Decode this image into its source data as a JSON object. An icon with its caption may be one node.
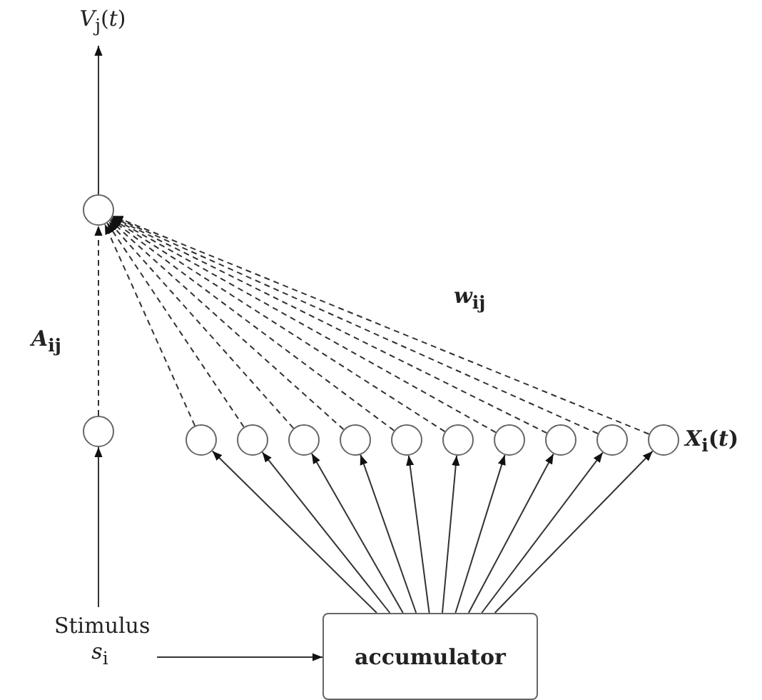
{
  "diagram": {
    "nodes": [
      {
        "text": [
          "*V*$_{j}$(*t*)"
        ]
      },
      {
        "text": [],
        "shape": "circle"
      },
      {
        "text": [],
        "shape": "circle"
      },
      {
        "text": [],
        "shape": "circle"
      },
      {
        "text": [],
        "shape": "circle"
      },
      {
        "text": [],
        "shape": "circle"
      },
      {
        "text": [],
        "shape": "circle"
      },
      {
        "text": [],
        "shape": "circle"
      },
      {
        "text": [],
        "shape": "circle"
      },
      {
        "text": [],
        "shape": "circle"
      },
      {
        "text": [],
        "shape": "circle"
      },
      {
        "text": [],
        "shape": "circle"
      },
      {
        "text": [],
        "shape": "circle"
      },
      {
        "text": [
          "Stimulus",
          "*s*$_{i}$"
        ]
      },
      {
        "text": [
          "accumulator"
        ]
      }
    ],
    "edges": [
      {
        "from": 1,
        "to": 0,
        "arrow": "to"
      },
      {
        "from": 2,
        "to": 1,
        "arrow": "to",
        "style": "dashed"
      },
      {
        "from": 3,
        "to": 1,
        "arrow": "to",
        "style": "dashed"
      },
      {
        "from": 4,
        "to": 1,
        "arrow": "to",
        "style": "dashed"
      },
      {
        "from": 5,
        "to": 1,
        "arrow": "to",
        "style": "dashed"
      },
      {
        "from": 6,
        "to": 1,
        "arrow": "to",
        "style": "dashed"
      },
      {
        "from": 7,
        "to": 1,
        "arrow": "to",
        "style": "dashed"
      },
      {
        "from": 8,
        "to": 1,
        "arrow": "to",
        "style": "dashed"
      },
      {
        "from": 9,
        "to": 1,
        "arrow": "to",
        "style": "dashed"
      },
      {
        "from": 10,
        "to": 1,
        "arrow": "to",
        "style": "dashed"
      },
      {
        "from": 11,
        "to": 1,
        "arrow": "to",
        "style": "dashed"
      },
      {
        "from": 12,
        "to": 1,
        "arrow": "to",
        "style": "dashed"
      },
      {
        "from": 13,
        "to": 2,
        "arrow": "to"
      },
      {
        "from": 13,
        "to": 14,
        "arrow": "to"
      },
      {
        "from": 14,
        "to": 3,
        "arrow": "to"
      },
      {
        "from": 14,
        "to": 4,
        "arrow": "to"
      },
      {
        "from": 14,
        "to": 5,
        "arrow": "to"
      },
      {
        "from": 14,
        "to": 6,
        "arrow": "to"
      },
      {
        "from": 14,
        "to": 7,
        "arrow": "to"
      },
      {
        "from": 14,
        "to": 8,
        "arrow": "to"
      },
      {
        "from": 14,
        "to": 9,
        "arrow": "to"
      },
      {
        "from": 14,
        "to": 10,
        "arrow": "to"
      },
      {
        "from": 14,
        "to": 11,
        "arrow": "to"
      },
      {
        "from": 14,
        "to": 12,
        "arrow": "to"
      }
    ],
    "labels": [
      "*A*$_{ij}$",
      "*w*$_{ij}$",
      "*X*$_{i}$(*t*)"
    ]
  }
}
